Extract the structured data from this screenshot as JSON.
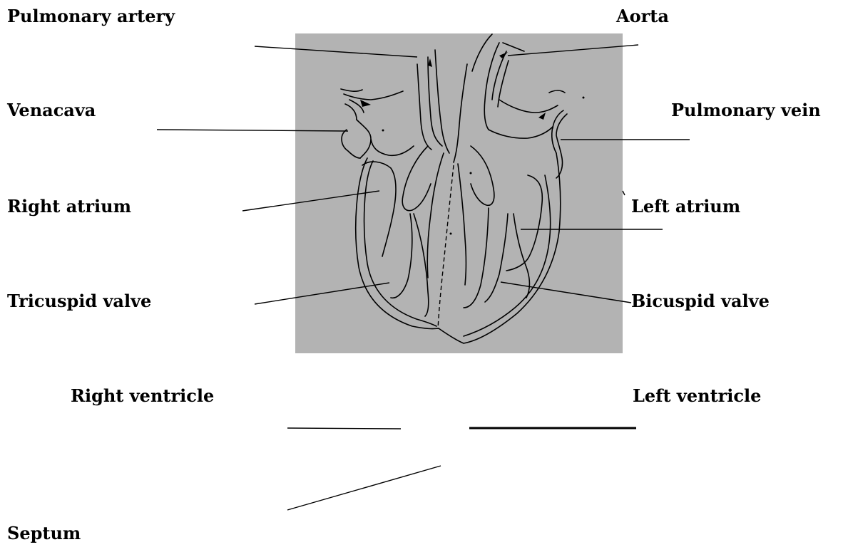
{
  "diagram": {
    "background_color": "#b3b3b3",
    "line_color": "#000000",
    "labels": {
      "pulmonary_artery": "Pulmonary artery",
      "aorta": "Aorta",
      "venacava": "Venacava",
      "pulmonary_vein": "Pulmonary vein",
      "right_atrium": "Right atrium",
      "left_atrium": "Left atrium",
      "tricuspid_valve": "Tricuspid valve",
      "bicuspid_valve": "Bicuspid valve",
      "right_ventricle": "Right ventricle",
      "left_ventricle": "Left ventricle",
      "septum": "Septum"
    }
  }
}
